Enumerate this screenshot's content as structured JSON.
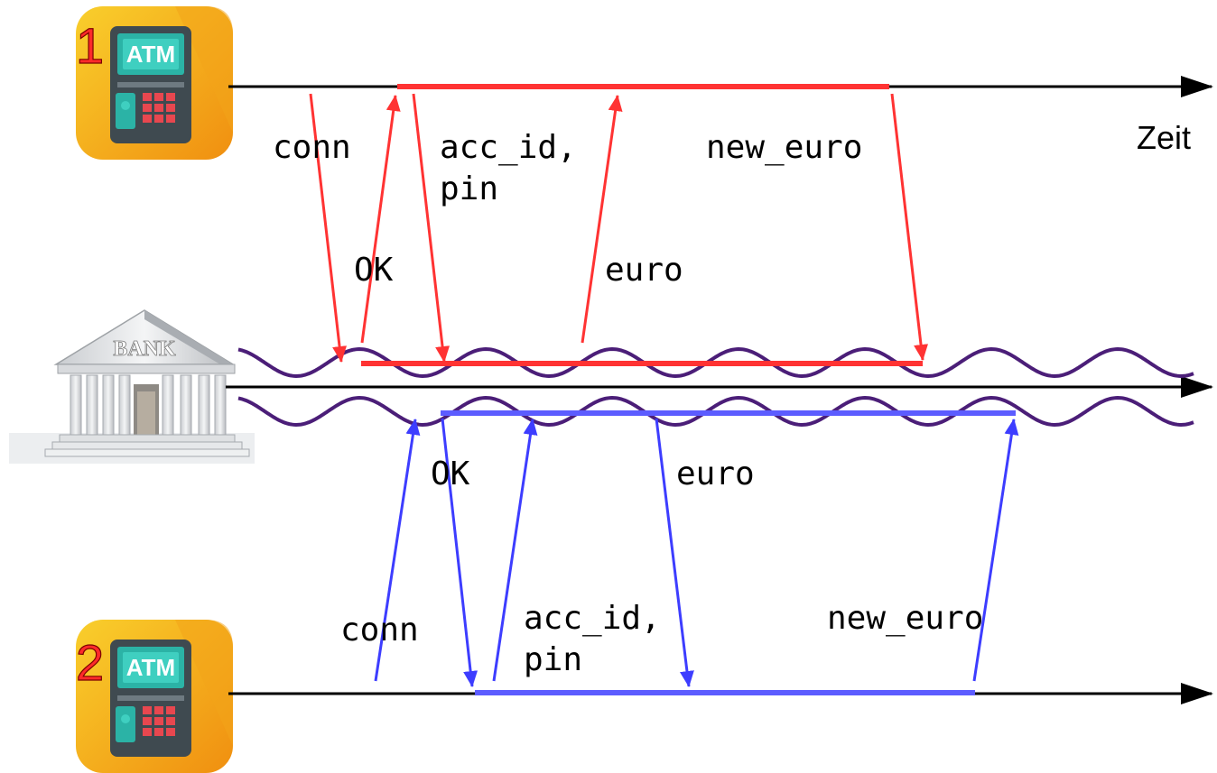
{
  "atm1": {
    "number": "1",
    "label": "ATM"
  },
  "atm2": {
    "number": "2",
    "label": "ATM"
  },
  "bank": {
    "label": "BANK"
  },
  "time_label": "Zeit",
  "session1": {
    "color": "#ff3333",
    "messages": {
      "conn": "conn",
      "ok": "OK",
      "acc_line1": "acc_id,",
      "acc_line2": "pin",
      "euro": "euro",
      "new_euro": "new_euro"
    }
  },
  "session2": {
    "color": "#4d4dff",
    "messages": {
      "conn": "conn",
      "ok": "OK",
      "acc_line1": "acc_id,",
      "acc_line2": "pin",
      "euro": "euro",
      "new_euro": "new_euro"
    }
  },
  "colors": {
    "timeline": "#000000",
    "wave": "#4b1e78",
    "atm_tile_top": "#f7c427",
    "atm_tile_bottom": "#f19b13",
    "atm_body": "#3f4a50"
  }
}
